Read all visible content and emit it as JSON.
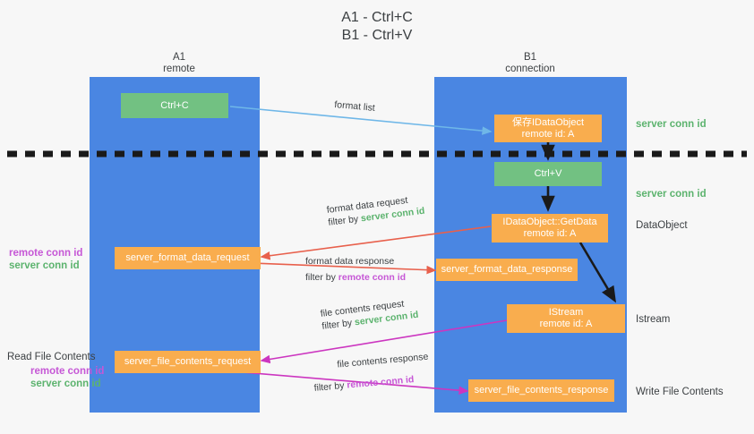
{
  "title": {
    "line1": "A1 - Ctrl+C",
    "line2": "B1 - Ctrl+V"
  },
  "lanes": [
    {
      "name": "A1",
      "sub": "remote"
    },
    {
      "name": "B1",
      "sub": "connection"
    }
  ],
  "boxes": {
    "ctrl_c": "Ctrl+C",
    "save_dataobject": {
      "l1": "保存IDataObject",
      "l2": "remote id: A"
    },
    "ctrl_v": "Ctrl+V",
    "getdata": {
      "l1": "IDataObject::GetData",
      "l2": "remote id: A"
    },
    "istream": {
      "l1": "IStream",
      "l2": "remote id: A"
    },
    "server_format_data_request": "server_format_data_request",
    "server_format_data_response": "server_format_data_response",
    "server_file_contents_request": "server_file_contents_request",
    "server_file_contents_response": "server_file_contents_response"
  },
  "annotations": {
    "format_list": "format list",
    "format_data_request": "format data request",
    "format_data_request_filter_prefix": "filter by ",
    "format_data_request_filter_key": "server conn id",
    "format_data_response": "format data response",
    "format_data_response_filter_prefix": "filter by ",
    "format_data_response_filter_key": "remote conn id",
    "file_contents_request": "file contents request",
    "file_contents_request_filter_prefix": "filter by ",
    "file_contents_request_filter_key": "server conn id",
    "file_contents_response": "file contents response",
    "file_contents_response_filter_prefix": "filter by ",
    "file_contents_response_filter_key": "remote conn id"
  },
  "side_labels": {
    "left_mid_remote": "remote conn id",
    "left_mid_server": "server conn id",
    "left_read_file_contents": "Read File Contents",
    "left_bottom_remote": "remote conn id",
    "left_bottom_server": "server conn id",
    "right_server_conn_top": "server conn id",
    "right_server_conn_second": "server conn id",
    "right_dataobject": "DataObject",
    "right_istream": "Istream",
    "right_write_file_contents": "Write File Contents"
  },
  "colors": {
    "lane_blue": "#4a86e2",
    "box_green": "#72c182",
    "box_orange": "#f9ad4e",
    "arrow_light_blue": "#6fb7e8",
    "arrow_red": "#e8604c",
    "arrow_magenta": "#cc36c0",
    "arrow_black": "#1a1a1a",
    "text_green": "#5cb36e",
    "text_purple": "#c657d6",
    "background": "#f7f7f7"
  }
}
